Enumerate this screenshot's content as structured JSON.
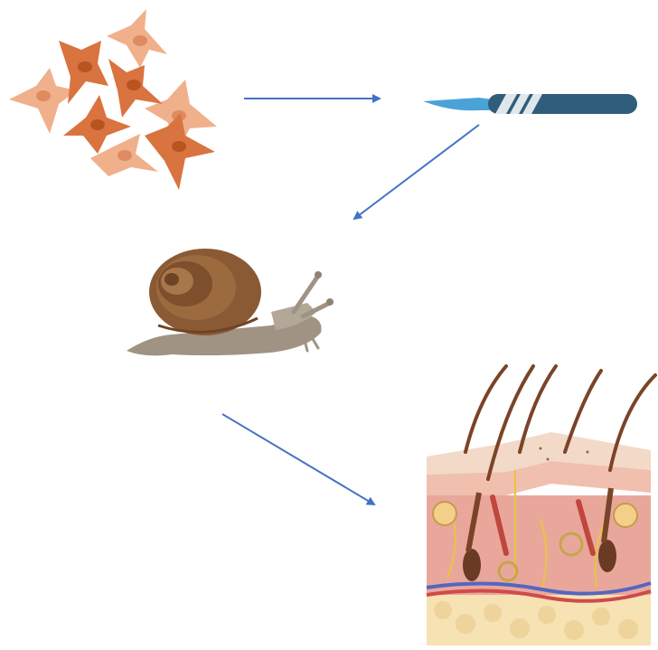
{
  "diagram": {
    "nodes": [
      {
        "id": "cells",
        "icon": "cells-cluster-icon"
      },
      {
        "id": "scalpel",
        "icon": "scalpel-icon"
      },
      {
        "id": "snail",
        "icon": "snail-icon"
      },
      {
        "id": "skin",
        "icon": "skin-cross-section-icon"
      }
    ],
    "edges": [
      {
        "from": "cells",
        "to": "scalpel"
      },
      {
        "from": "scalpel",
        "to": "snail"
      },
      {
        "from": "snail",
        "to": "skin"
      }
    ],
    "colors": {
      "arrow": "#4472c4",
      "cell_dark": "#d9733f",
      "cell_light": "#f0b08c",
      "scalpel_blade": "#4aa3d6",
      "scalpel_handle": "#2f5d7a",
      "snail_shell": "#8a5a34",
      "snail_body": "#a09383",
      "skin_surface": "#f3d9c7",
      "skin_dermis": "#e9a79c",
      "skin_fat": "#f6e2b3"
    }
  }
}
